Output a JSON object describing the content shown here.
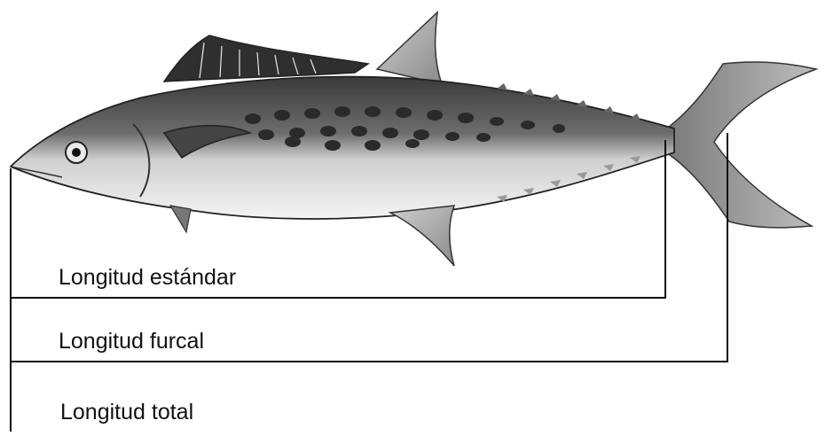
{
  "diagram": {
    "subject_icon": "mackerel-fish-icon",
    "labels": {
      "standard_length": "Longitud estándar",
      "fork_length": "Longitud furcal",
      "total_length": "Longitud total"
    }
  },
  "colors": {
    "line": "#111111",
    "fish_body_dark": "#4a4a4a",
    "fish_belly": "#f2f2f2",
    "fish_spots": "#2a2a2a"
  }
}
